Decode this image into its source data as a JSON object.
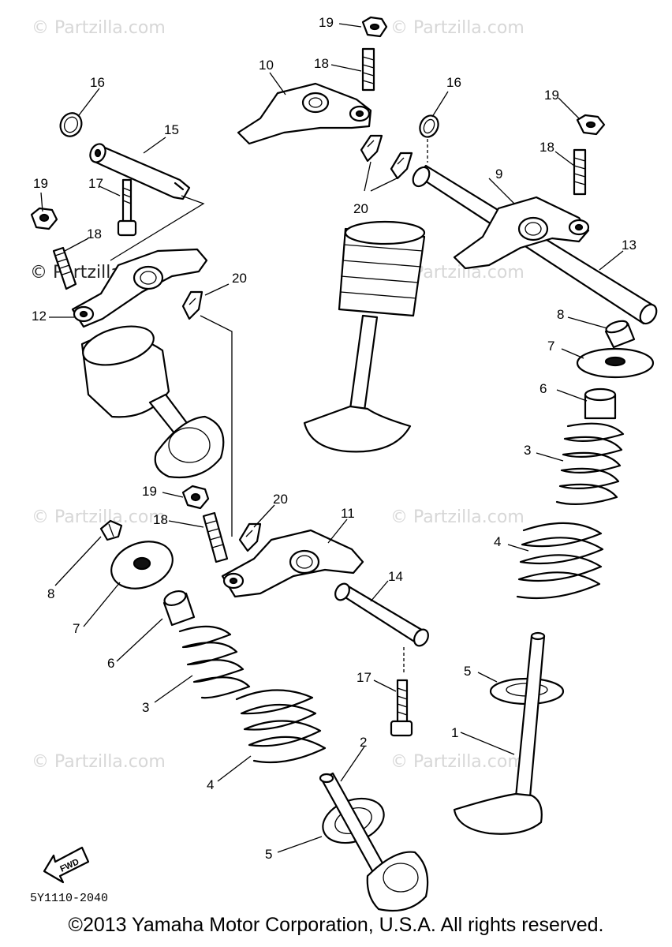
{
  "diagram": {
    "part_code": "5Y1110-2040",
    "fwd_label": "FWD",
    "watermark_text": "© Partzilla.com",
    "callouts": [
      "1",
      "2",
      "3",
      "4",
      "5",
      "6",
      "7",
      "8",
      "9",
      "10",
      "11",
      "12",
      "13",
      "14",
      "15",
      "16",
      "17",
      "18",
      "19",
      "20"
    ]
  },
  "footer": {
    "copyright": "©2013 Yamaha Motor Corporation, U.S.A. All rights reserved."
  }
}
